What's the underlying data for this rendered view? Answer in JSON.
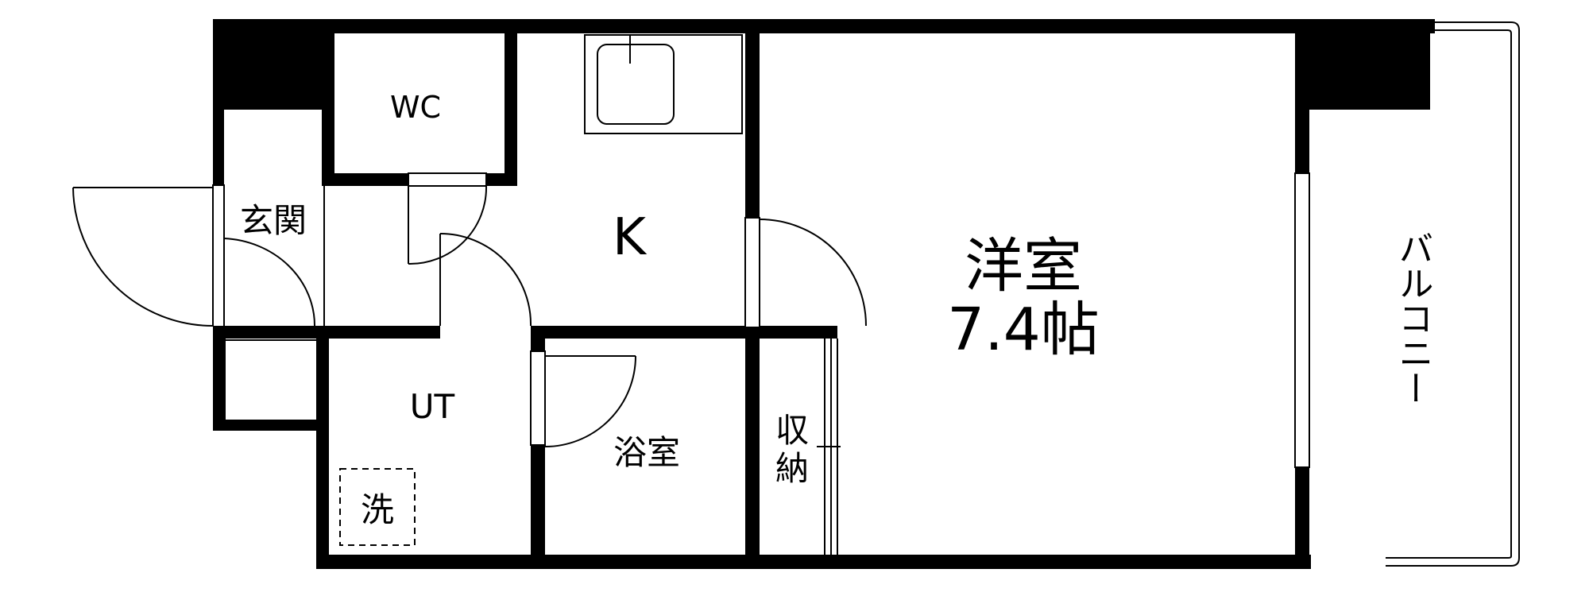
{
  "floorplan": {
    "rooms": {
      "wc": "WC",
      "entrance": "玄関",
      "kitchen": "K",
      "western_room": "洋室",
      "western_room_size": "7.4帖",
      "utility": "UT",
      "washer": "洗",
      "bathroom": "浴室",
      "storage_top": "収",
      "storage_bottom": "納",
      "balcony": "バルコニー"
    },
    "colors": {
      "wall": "#000000",
      "line": "#000000",
      "background": "#ffffff"
    }
  }
}
